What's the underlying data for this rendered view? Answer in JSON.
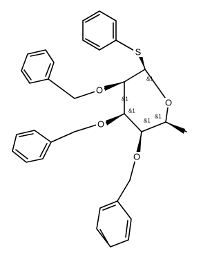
{
  "molecule": {
    "atoms": {
      "sulfur": "S",
      "ring_oxygen": "O",
      "o2": "O",
      "o3": "O",
      "o4": "O"
    },
    "stereo_labels": {
      "c1": "&1",
      "c2": "&1",
      "c3": "&1",
      "c4": "&1",
      "c5": "&1"
    }
  }
}
